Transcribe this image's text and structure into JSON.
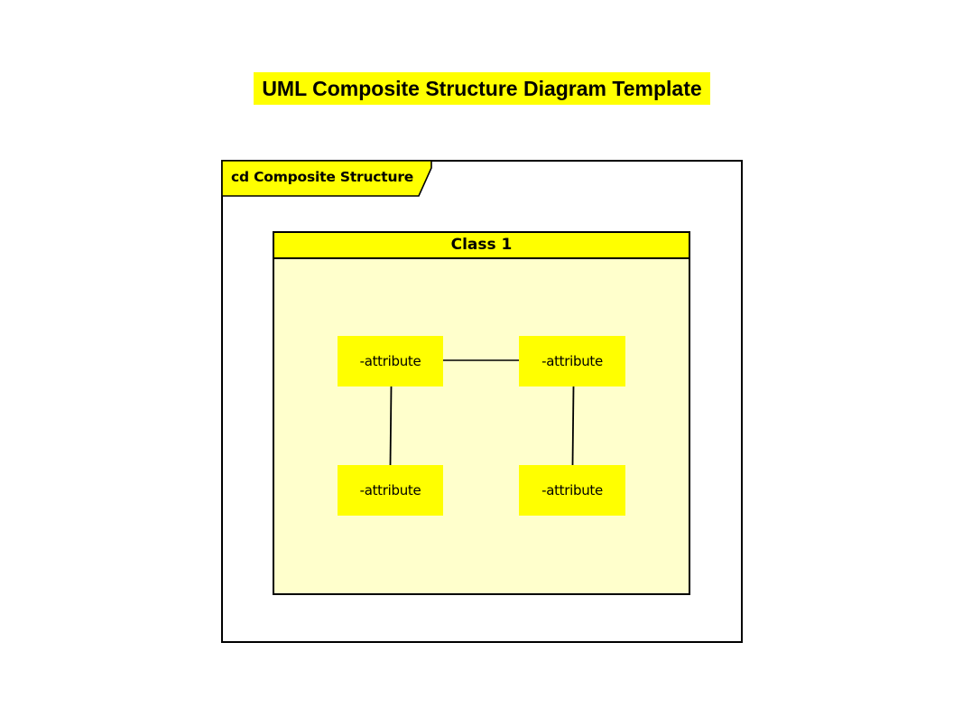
{
  "page": {
    "title": "UML Composite Structure Diagram Template",
    "background_color": "#ffffff",
    "highlight_color": "#ffff00",
    "body_fill_color": "#ffffcc",
    "line_color": "#000000"
  },
  "frame": {
    "label": "cd Composite Structure",
    "label_shape": "pentagon-tab",
    "border_color": "#000000"
  },
  "class": {
    "name": "Class 1",
    "header_color": "#ffff00",
    "body_color": "#ffffcc",
    "parts": [
      {
        "id": "part-tl",
        "label": "-attribute",
        "position": "top-left"
      },
      {
        "id": "part-tr",
        "label": "-attribute",
        "position": "top-right"
      },
      {
        "id": "part-bl",
        "label": "-attribute",
        "position": "bottom-left"
      },
      {
        "id": "part-br",
        "label": "-attribute",
        "position": "bottom-right"
      }
    ],
    "connectors": [
      {
        "from": "part-tl",
        "to": "part-tr",
        "orientation": "horizontal"
      },
      {
        "from": "part-tl",
        "to": "part-bl",
        "orientation": "vertical"
      },
      {
        "from": "part-tr",
        "to": "part-br",
        "orientation": "vertical"
      }
    ]
  }
}
